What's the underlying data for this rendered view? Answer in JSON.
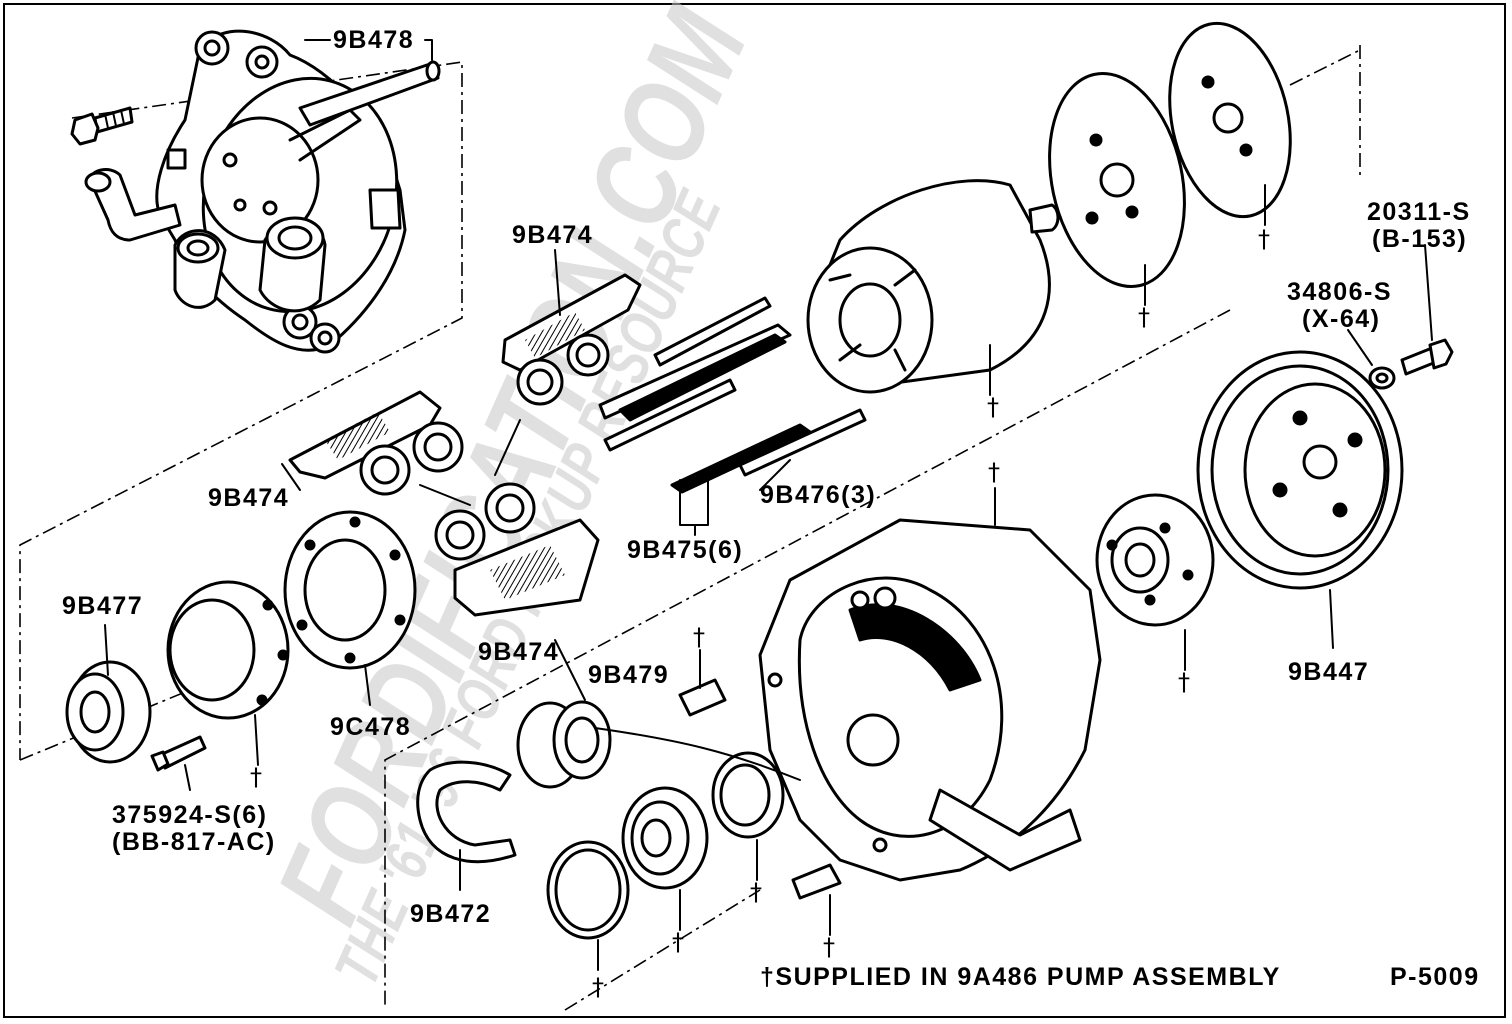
{
  "watermark": {
    "site": "FORDIFICATION.COM",
    "tagline": "THE '61-'96 FORD PICKUP RESOURCE"
  },
  "labels": {
    "part_9B478": "9B478",
    "part_9B474_top": "9B474",
    "part_9B474_left": "9B474",
    "part_9B474_bottom": "9B474",
    "part_9B476": "9B476(3)",
    "part_9B475": "9B475(6)",
    "part_9B477": "9B477",
    "part_9C478": "9C478",
    "part_375924_line1": "375924-S(6)",
    "part_375924_line2": "(BB-817-AC)",
    "part_9B479": "9B479",
    "part_9B472": "9B472",
    "part_9B447": "9B447",
    "part_20311_line1": "20311-S",
    "part_20311_line2": "(B-153)",
    "part_34806_line1": "34806-S",
    "part_34806_line2": "(X-64)"
  },
  "dagger_symbol": "†",
  "footnote": "†SUPPLIED IN 9A486 PUMP ASSEMBLY",
  "figure_number": "P-5009"
}
